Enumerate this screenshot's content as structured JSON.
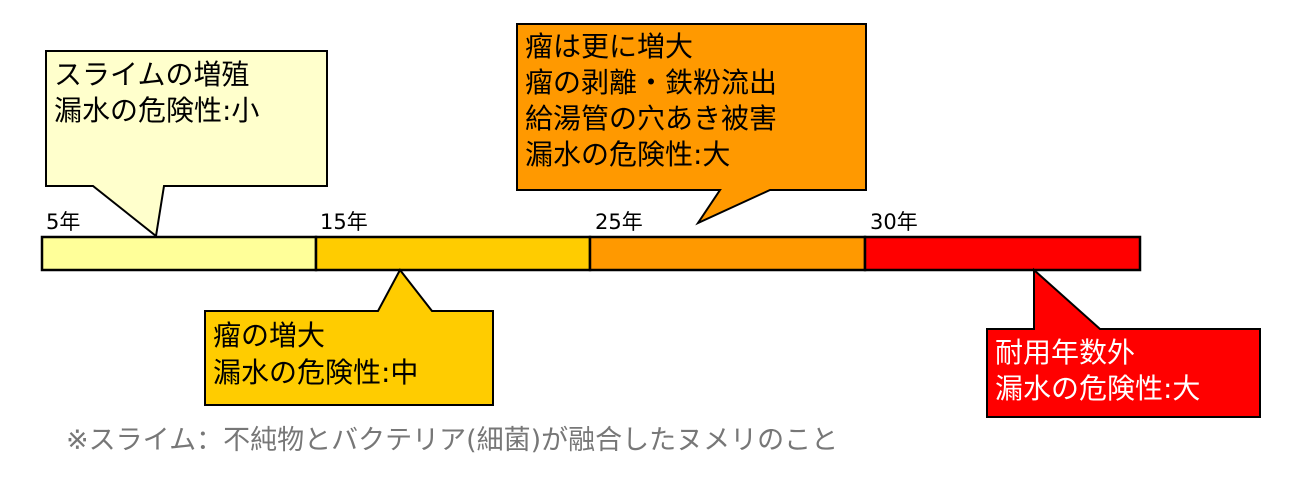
{
  "colors": {
    "seg1": "#FFFF99",
    "seg2": "#FFCC00",
    "seg3": "#FF9900",
    "seg4": "#FF0000",
    "callout1": "#FFFFCC",
    "callout2": "#FFCC00",
    "callout3": "#FF9900",
    "callout4": "#FF0000"
  },
  "timeline": {
    "labels": [
      "5年",
      "15年",
      "25年",
      "30年"
    ]
  },
  "callouts": [
    {
      "lines": [
        "スライムの増殖",
        "漏水の危険性:小"
      ]
    },
    {
      "lines": [
        "瘤の増大",
        "漏水の危険性:中"
      ]
    },
    {
      "lines": [
        "瘤は更に増大",
        "瘤の剥離・鉄粉流出",
        "給湯管の穴あき被害",
        "漏水の危険性:大"
      ]
    },
    {
      "lines": [
        "耐用年数外",
        "漏水の危険性:大"
      ]
    }
  ],
  "footnote": "※スライム：不純物とバクテリア(細菌)が融合したヌメリのこと"
}
